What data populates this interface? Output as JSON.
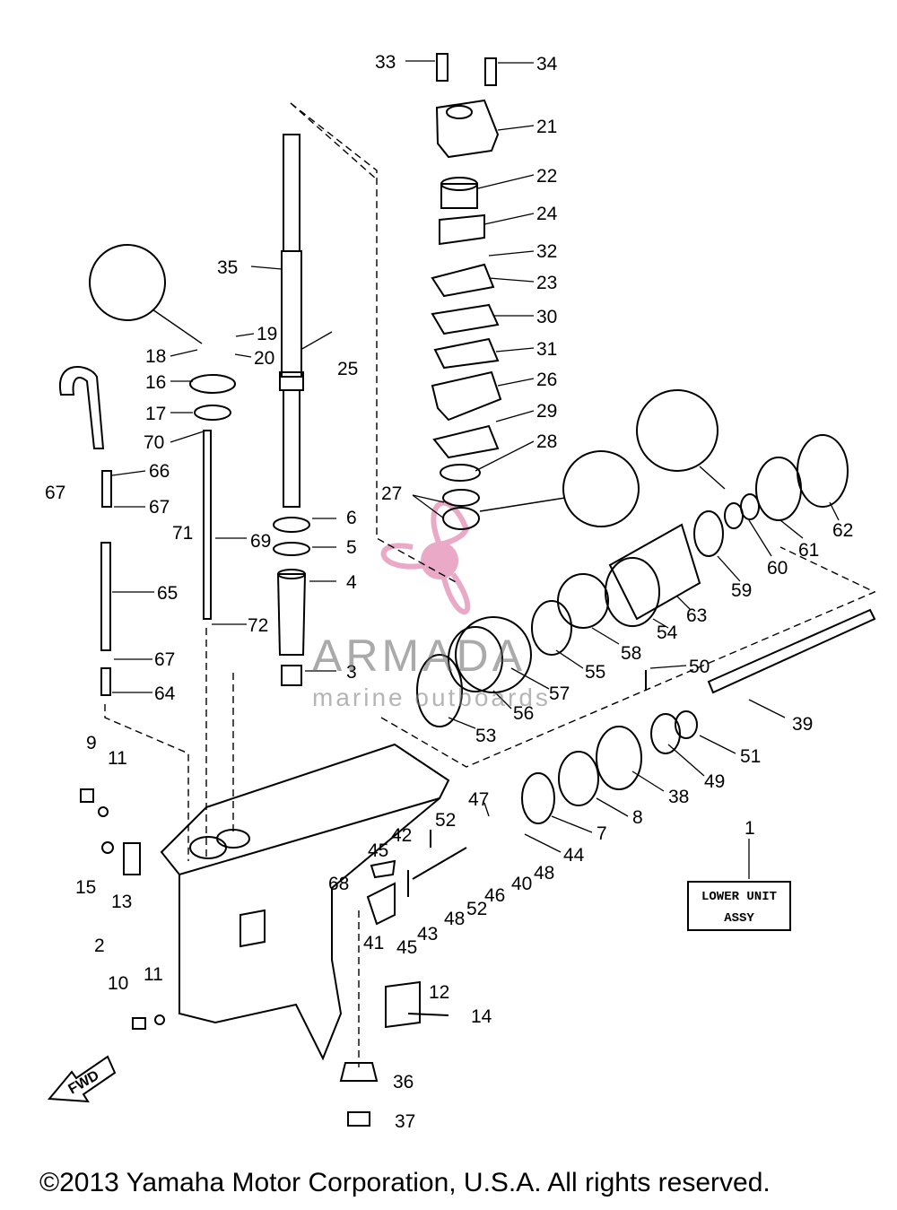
{
  "diagram": {
    "copyright": "©2013 Yamaha Motor Corporation, U.S.A. All rights reserved.",
    "assembly_box": {
      "line1": "LOWER UNIT",
      "line2": "ASSY",
      "ref": "1"
    },
    "watermark": {
      "brand": "ARMADA",
      "tagline": "marine outboards",
      "accent": "#e8a0c0"
    },
    "fwd_arrow": "FWD",
    "part_numbers": [
      "33",
      "34",
      "21",
      "22",
      "24",
      "32",
      "23",
      "30",
      "31",
      "26",
      "29",
      "28",
      "27",
      "35",
      "25",
      "19",
      "18",
      "20",
      "16",
      "17",
      "70",
      "71",
      "66",
      "67",
      "69",
      "6",
      "5",
      "4",
      "72",
      "3",
      "65",
      "64",
      "62",
      "61",
      "60",
      "59",
      "63",
      "54",
      "58",
      "55",
      "57",
      "56",
      "53",
      "50",
      "39",
      "51",
      "49",
      "38",
      "8",
      "7",
      "44",
      "47",
      "48",
      "40",
      "52",
      "46",
      "42",
      "45",
      "68",
      "41",
      "43",
      "9",
      "11",
      "15",
      "13",
      "2",
      "10",
      "12",
      "14",
      "36",
      "37",
      "1"
    ]
  },
  "colors": {
    "line": "#000000",
    "background": "#ffffff"
  }
}
